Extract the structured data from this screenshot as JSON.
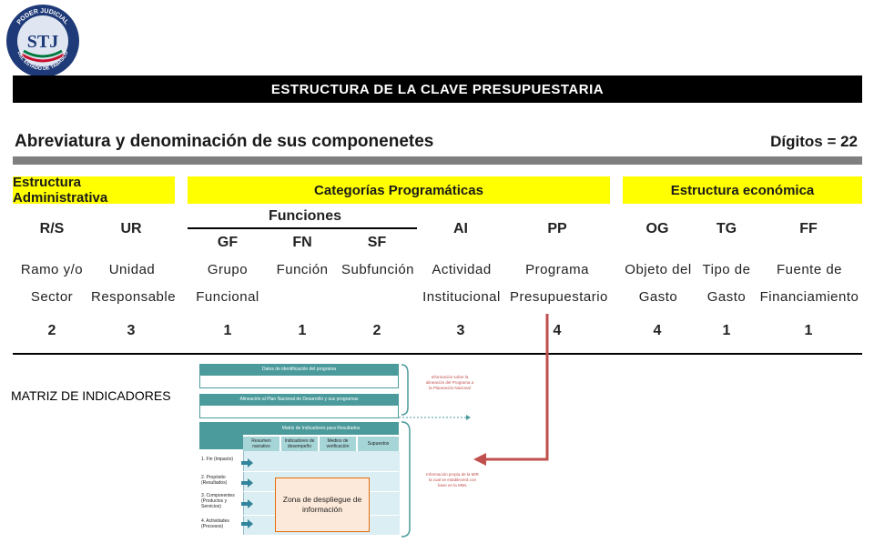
{
  "logo": {
    "text_top": "PODER JUDICIAL",
    "text_bottom": "DEL ESTADO DE TABASCO",
    "initials": "STJ"
  },
  "title": "ESTRUCTURA DE LA CLAVE PRESUPUESTARIA",
  "subtitle": "Abreviatura y denominación de sus componenetes",
  "digits": "Dígitos = 22",
  "groups": {
    "administrativa": "Estructura Administrativa",
    "programaticas": "Categorías Programáticas",
    "economica": "Estructura económica",
    "funciones": "Funciones"
  },
  "columns": [
    {
      "code": "R/S",
      "desc1": "Ramo y/o",
      "desc2": "Sector",
      "digits": "2"
    },
    {
      "code": "UR",
      "desc1": "Unidad",
      "desc2": "Responsable",
      "digits": "3"
    },
    {
      "code": "GF",
      "desc1": "Grupo",
      "desc2": "Funcional",
      "digits": "1"
    },
    {
      "code": "FN",
      "desc1": "Función",
      "desc2": "",
      "digits": "1"
    },
    {
      "code": "SF",
      "desc1": "Subfunción",
      "desc2": "",
      "digits": "2"
    },
    {
      "code": "AI",
      "desc1": "Actividad",
      "desc2": "Institucional",
      "digits": "3"
    },
    {
      "code": "PP",
      "desc1": "Programa",
      "desc2": "Presupuestario",
      "digits": "4"
    },
    {
      "code": "OG",
      "desc1": "Objeto del",
      "desc2": "Gasto",
      "digits": "4"
    },
    {
      "code": "TG",
      "desc1": "Tipo de",
      "desc2": "Gasto",
      "digits": "1"
    },
    {
      "code": "FF",
      "desc1": "Fuente de",
      "desc2": "Financiamiento",
      "digits": "1"
    }
  ],
  "matriz_label": "MATRIZ DE INDICADORES",
  "mir": {
    "bar1": "Datos de identificación del programa",
    "bar2": "Alineación al Plan Nacional de Desarrollo y sus programas",
    "main": "Matriz de Indicadores para Resultados",
    "headers": [
      "Resumen narrativo",
      "Indicadores de desempeño",
      "Medios de verificación",
      "Supuestos"
    ],
    "rows": [
      "1. Fin (Impacto)",
      "2. Propósito (Resultados)",
      "3. Componentes (Productos y Servicios)",
      "4. Actividades (Procesos)"
    ],
    "zona": "Zona de despliegue de información",
    "note1": "Información sobre la alineación del Programa a la Planeación Nacional",
    "note2": "Información propia de la MIR la cual se establecerá con base en la MML"
  },
  "colors": {
    "yellow": "#ffff00",
    "teal": "#4b9a9c",
    "arrow": "#c0504d"
  }
}
